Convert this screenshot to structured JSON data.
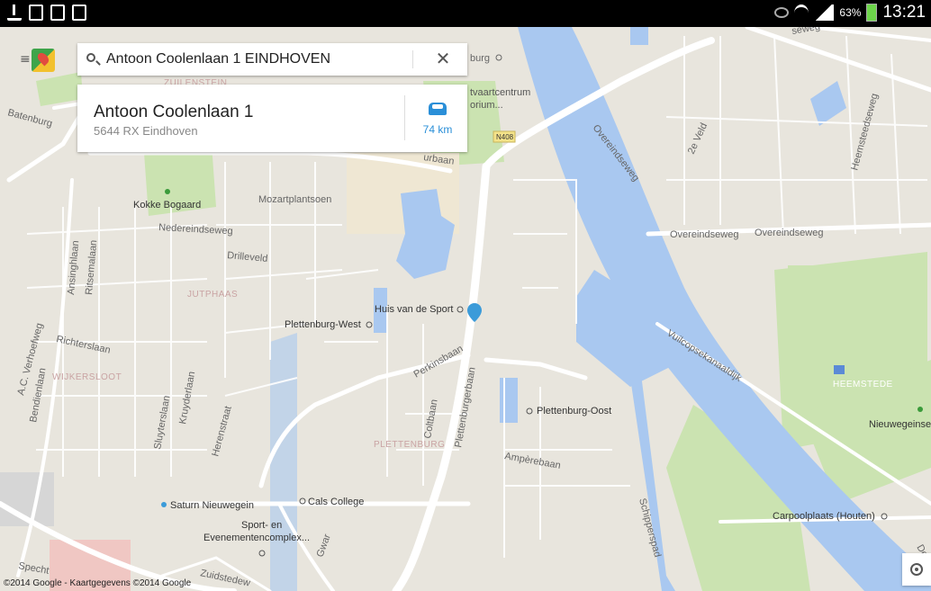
{
  "status_bar": {
    "time": "13:21",
    "battery": "63%",
    "icons": [
      "download-icon",
      "sim-icon",
      "store-icon",
      "play-icon",
      "eye-icon",
      "wifi-icon",
      "signal-icon",
      "battery-icon"
    ]
  },
  "search": {
    "query": "Antoon Coolenlaan 1 EINDHOVEN",
    "menu_icon": "≡",
    "close_icon": "✕"
  },
  "result": {
    "title": "Antoon Coolenlaan 1",
    "subtitle": "5644 RX Eindhoven",
    "distance": "74 km",
    "accent": "#2a8fd8"
  },
  "map": {
    "labels": {
      "burg": "burg",
      "vaartcentrum": "tvaartcentrum",
      "orium": "orium...",
      "batenburg": "Batenburg",
      "zuilenstein": "ZUILENSTEIN",
      "n408": "N408",
      "urbaan": "urbaan",
      "oe_seweg": "seweg",
      "kokke": "Kokke Bogaard",
      "mozart": "Mozartplantsoen",
      "nedereinds": "Nedereindseweg",
      "drilleveld": "Drilleveld",
      "jutphaas": "JUTPHAAS",
      "huis": "Huis van de Sport",
      "pl_west": "Plettenburg-West",
      "richters": "Richterslaan",
      "ac_verh": "A.C. Verhoefweg",
      "wijkersloot": "WIJKERSLOOT",
      "bendien": "Bendienlaan",
      "sluyters": "Sluyterslaan",
      "kruyder": "Kruyderlaan",
      "heren": "Herenstraat",
      "perkins": "Perkinsbaan",
      "coltbaan": "Coltbaan",
      "plett_burgerbaan": "Plettenburgerbaan",
      "plettenburg": "PLETTENBURG",
      "pl_oost": "Plettenburg-Oost",
      "ampere": "Ampèrebaan",
      "schippers": "Schipperspad",
      "overeind1": "Overeindseweg",
      "overeind2": "Overeindseweg",
      "overeind_diag": "Overeindseweg",
      "tweede_veld": "2e Veld",
      "heemsteed": "Heemsteedseweg",
      "vuilcop": "Vuilcopsekanaaldijk",
      "heemstede": "HEEMSTEDE",
      "nieuwegein": "Nieuwegeinse",
      "saturn": "Saturn Nieuwegein",
      "cals": "Cals College",
      "sport1": "Sport- en",
      "sport2": "Evenementencomplex...",
      "carpool": "Carpoolplaats (Houten)",
      "specht": "Specht",
      "zuidsted": "Zuidstedew",
      "gwar": "Gwar",
      "ansing": "Ansinghlaan",
      "ritsema": "Ritsemalaan",
      "d_lbl": "De"
    }
  },
  "copyright": "©2014 Google - Kaartgegevens ©2014 Google",
  "colors": {
    "water": "#a9c8f0",
    "park": "#cbe3b1",
    "land": "#e8e5dd",
    "road": "#ffffff",
    "highway_accent": "#f4e38a"
  }
}
